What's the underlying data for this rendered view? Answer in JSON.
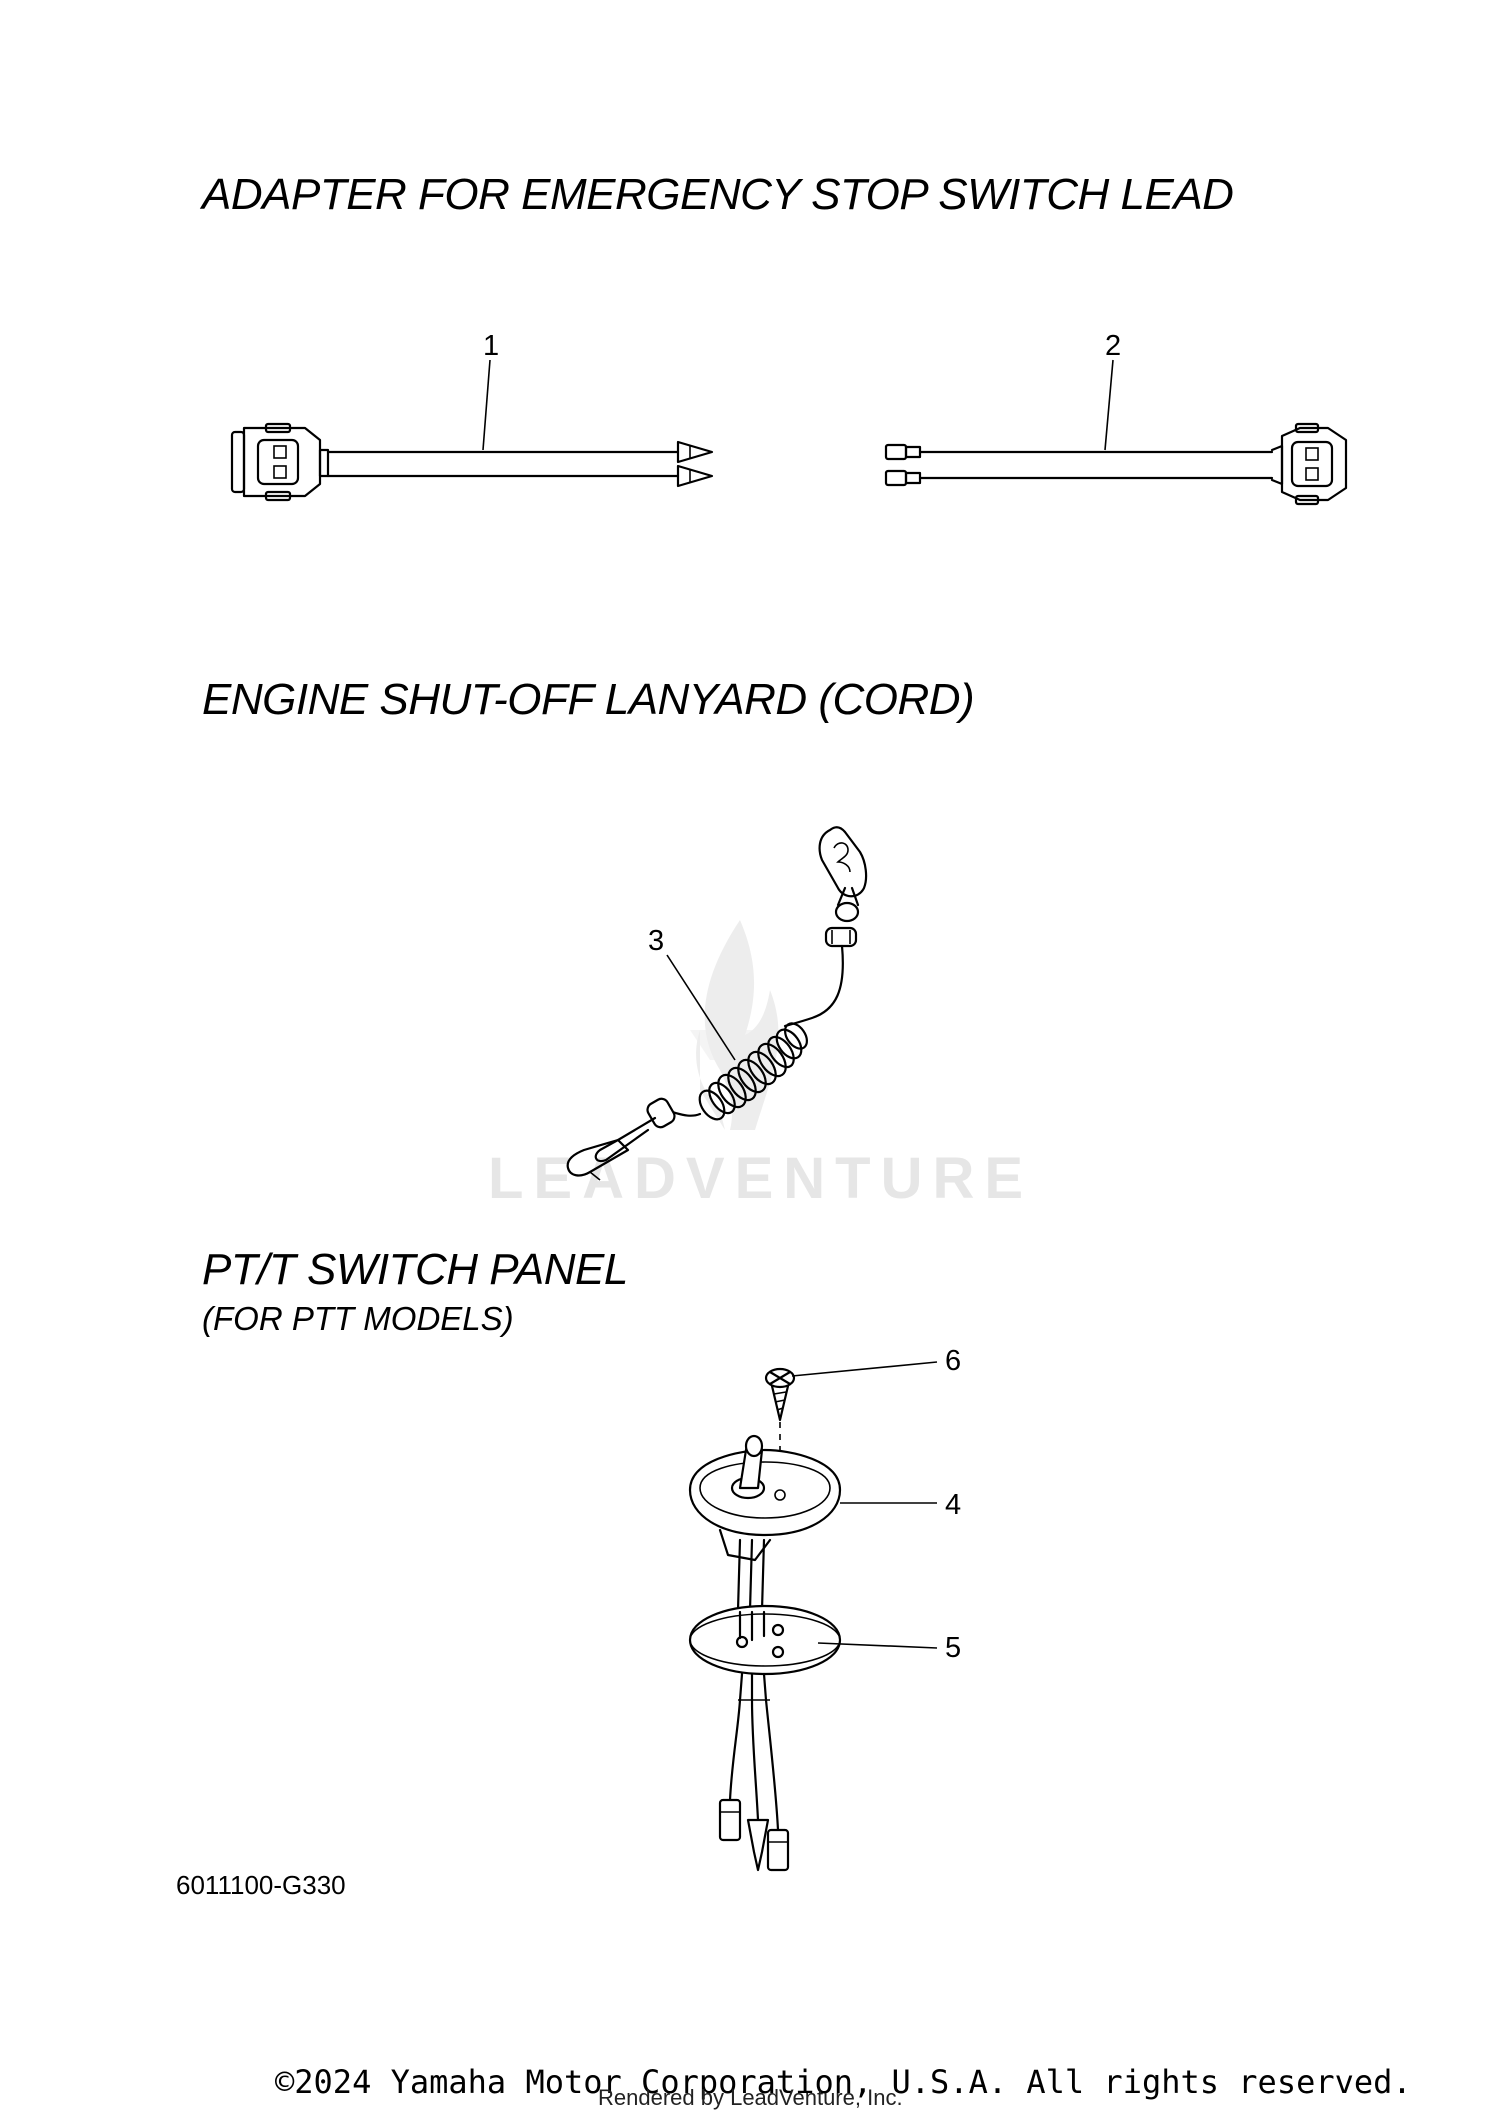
{
  "sections": {
    "adapter": {
      "title": "ADAPTER FOR EMERGENCY STOP SWITCH LEAD"
    },
    "lanyard": {
      "title": "ENGINE SHUT-OFF LANYARD (CORD)"
    },
    "switch_panel": {
      "title": "PT/T SWITCH PANEL",
      "subtitle": "(FOR PTT MODELS)"
    }
  },
  "callouts": [
    "1",
    "2",
    "3",
    "4",
    "5",
    "6"
  ],
  "figure_code": "6011100-G330",
  "watermark": "LEADVENTURE",
  "footer": {
    "copyright": "©2024 Yamaha Motor Corporation, U.S.A. All rights reserved.",
    "rendered_by": "Rendered by LeadVenture, Inc."
  },
  "icons": [
    "connector-icon",
    "spade-terminal-icon",
    "bullet-terminal-icon",
    "flame-logo-icon",
    "clip-icon",
    "coil-icon",
    "screw-icon",
    "toggle-switch-icon"
  ]
}
